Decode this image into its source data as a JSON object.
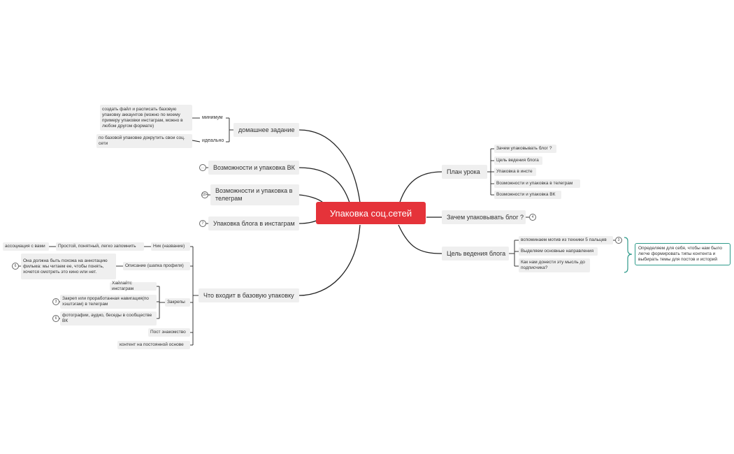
{
  "center": {
    "label": "Упаковка соц.сетей"
  },
  "right": {
    "plan": {
      "label": "План урока",
      "items": [
        "Зачем упаковывать блог ?",
        "Цель ведения блога",
        "Упаковка в инсте",
        "Возможности и упаковка в телеграм",
        "Возможности и упаковка ВК"
      ]
    },
    "why": {
      "label": "Зачем упаковывать блог ?",
      "badge": "4"
    },
    "goal": {
      "label": "Цель ведения блога",
      "items": [
        "вспоминаем мотив из техники 5 пальцев",
        "Выделяем основные направления",
        "Как нам донести эту мысль до подписчика?"
      ],
      "badge": "3",
      "callout": "Определяем для себя, чтобы нам было легче формировать типы контента и выбирать темы для постов и историй"
    }
  },
  "left": {
    "homework": {
      "label": "домашнее задание",
      "min_label": "минимум",
      "min_text": "создать файл и расписать базовую упаковку аккаунтов (можно по моему примеру упаковки инстаграм, можно в любом другом формате)",
      "ideal_label": "идеально",
      "ideal_text": "по базовой упаковке докрутить свои соц. сети"
    },
    "vk": {
      "label": "Возможности и упаковка ВК",
      "badge": "..."
    },
    "tg": {
      "label": "Возможности и упаковка в телеграм",
      "badge": "10+"
    },
    "insta": {
      "label": "Упаковка блога в инстаграм",
      "badge": "7"
    },
    "base": {
      "label": "Что входит в базовую упаковку",
      "nick": "Ник (название)",
      "nick_desc": "Простой, понятный, легко запомнить",
      "nick_assoc": "ассоциация с вами",
      "desc": "Описание (шапка профиля)",
      "desc_text": "Она должна быть похожа на аннотацию фильма: мы читаем ее, чтобы понять, хочется смотреть это кино или нет.",
      "desc_badge": "6",
      "pins": "Закрепы",
      "pins_items": [
        "Хайлайтс инстаграм",
        "Закреп или проработанная навигация(по хэштэгам) в телеграм",
        "фотографии, аудио, беседы в сообществе ВК"
      ],
      "pins_badges": [
        "3",
        "6"
      ],
      "post": "Пост знакомство",
      "content": "контент на постоянной основе"
    }
  },
  "colors": {
    "center_bg": "#e5333a",
    "node_bg": "#efefef",
    "line": "#222222",
    "callout_border": "#2e9a8a"
  }
}
